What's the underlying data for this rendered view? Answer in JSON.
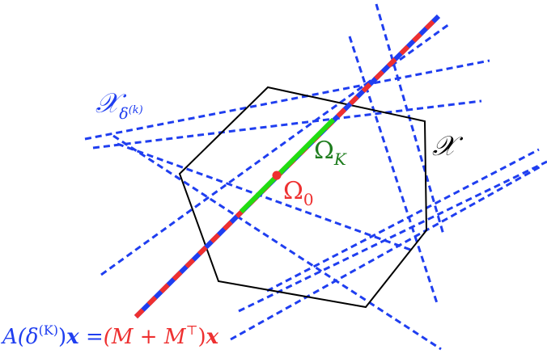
{
  "labels": {
    "omega_k": {
      "main": "Ω",
      "sub": "K"
    },
    "omega_0": {
      "main": "Ω",
      "sub": "0"
    },
    "x_set": "𝒳",
    "x_delta": {
      "main": "𝒳",
      "sub1": "δ",
      "sub2": "(k)"
    },
    "bottom_eq": {
      "a": "A(δ",
      "sup": "(K)",
      "close": ")",
      "x1": "x",
      "eq": " =",
      "m": "(M + M",
      "top": "⊤",
      "close2": ")",
      "x2": "x"
    }
  },
  "colors": {
    "blue": "#1f3ef0",
    "red": "#ee3030",
    "green": "#22dd11",
    "dark_green": "#1e7d1e",
    "black": "#000000"
  }
}
